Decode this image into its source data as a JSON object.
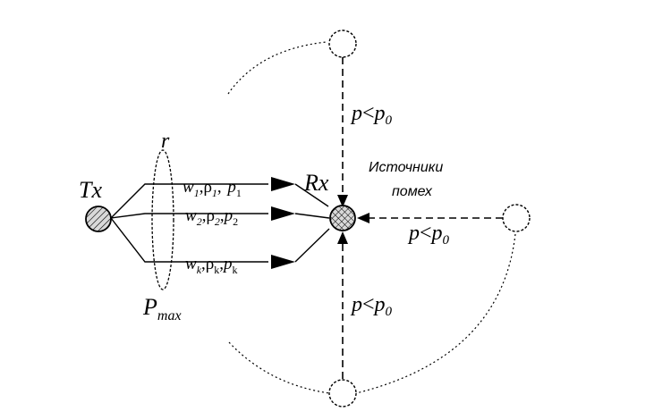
{
  "diagram": {
    "tx_label": "Tx",
    "rx_label": "Rx",
    "r_label": "r",
    "pmax_main": "P",
    "pmax_sub": "max",
    "interference_line1": "Источники",
    "interference_line2": "помех",
    "links": [
      {
        "w": "w",
        "w_sub": "1",
        "rho_sub": "1",
        "p_sub": "1",
        "sep": ", "
      },
      {
        "w": "w",
        "w_sub": "2",
        "rho_sub": "2",
        "p_sub": "2",
        "sep": ""
      },
      {
        "w": "w",
        "w_sub": "k",
        "rho_sub": "k",
        "p_sub": "k",
        "sep": ""
      }
    ],
    "interferers": [
      {
        "id": "top",
        "label_p": "p",
        "label_lt": "<",
        "label_p0": "p",
        "label_p0_sub": "0"
      },
      {
        "id": "right",
        "label_p": "p",
        "label_lt": "<",
        "label_p0": "p",
        "label_p0_sub": "0"
      },
      {
        "id": "bottom",
        "label_p": "p",
        "label_lt": "<",
        "label_p0": "p",
        "label_p0_sub": "0"
      }
    ],
    "rho": "ρ",
    "colors": {
      "stroke": "#000000",
      "node_fill": "#d9d9d9",
      "background": "#ffffff"
    }
  }
}
